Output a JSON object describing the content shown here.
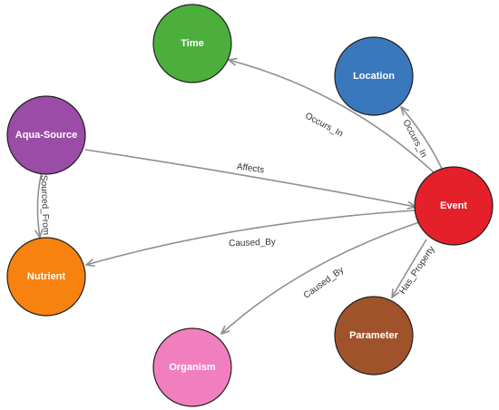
{
  "nodes": [
    {
      "id": "time",
      "label": "Time",
      "color": "#4caf3c"
    },
    {
      "id": "location",
      "label": "Location",
      "color": "#3a78bd"
    },
    {
      "id": "aqua-source",
      "label": "Aqua-Source",
      "color": "#9a4ca6"
    },
    {
      "id": "event",
      "label": "Event",
      "color": "#e4202a"
    },
    {
      "id": "nutrient",
      "label": "Nutrient",
      "color": "#f7820f"
    },
    {
      "id": "parameter",
      "label": "Parameter",
      "color": "#a0532a"
    },
    {
      "id": "organism",
      "label": "Organism",
      "color": "#f17fc0"
    }
  ],
  "edges": [
    {
      "id": "event-time",
      "from": "event",
      "to": "time",
      "label": "Occurs_In"
    },
    {
      "id": "event-location",
      "from": "event",
      "to": "location",
      "label": "Occurs_In"
    },
    {
      "id": "aqua-event",
      "from": "aqua-source",
      "to": "event",
      "label": "Affects"
    },
    {
      "id": "aqua-nutrient",
      "from": "aqua-source",
      "to": "nutrient",
      "label": "Sourced_From"
    },
    {
      "id": "event-nutrient",
      "from": "event",
      "to": "nutrient",
      "label": "Caused_By"
    },
    {
      "id": "event-organism",
      "from": "event",
      "to": "organism",
      "label": "Caused_By"
    },
    {
      "id": "event-parameter",
      "from": "event",
      "to": "parameter",
      "label": "Has_Property"
    }
  ],
  "style": {
    "edge_color": "#8f8f8f",
    "node_border_color": "#1e1e1e",
    "node_text_color": "#ffffff"
  }
}
